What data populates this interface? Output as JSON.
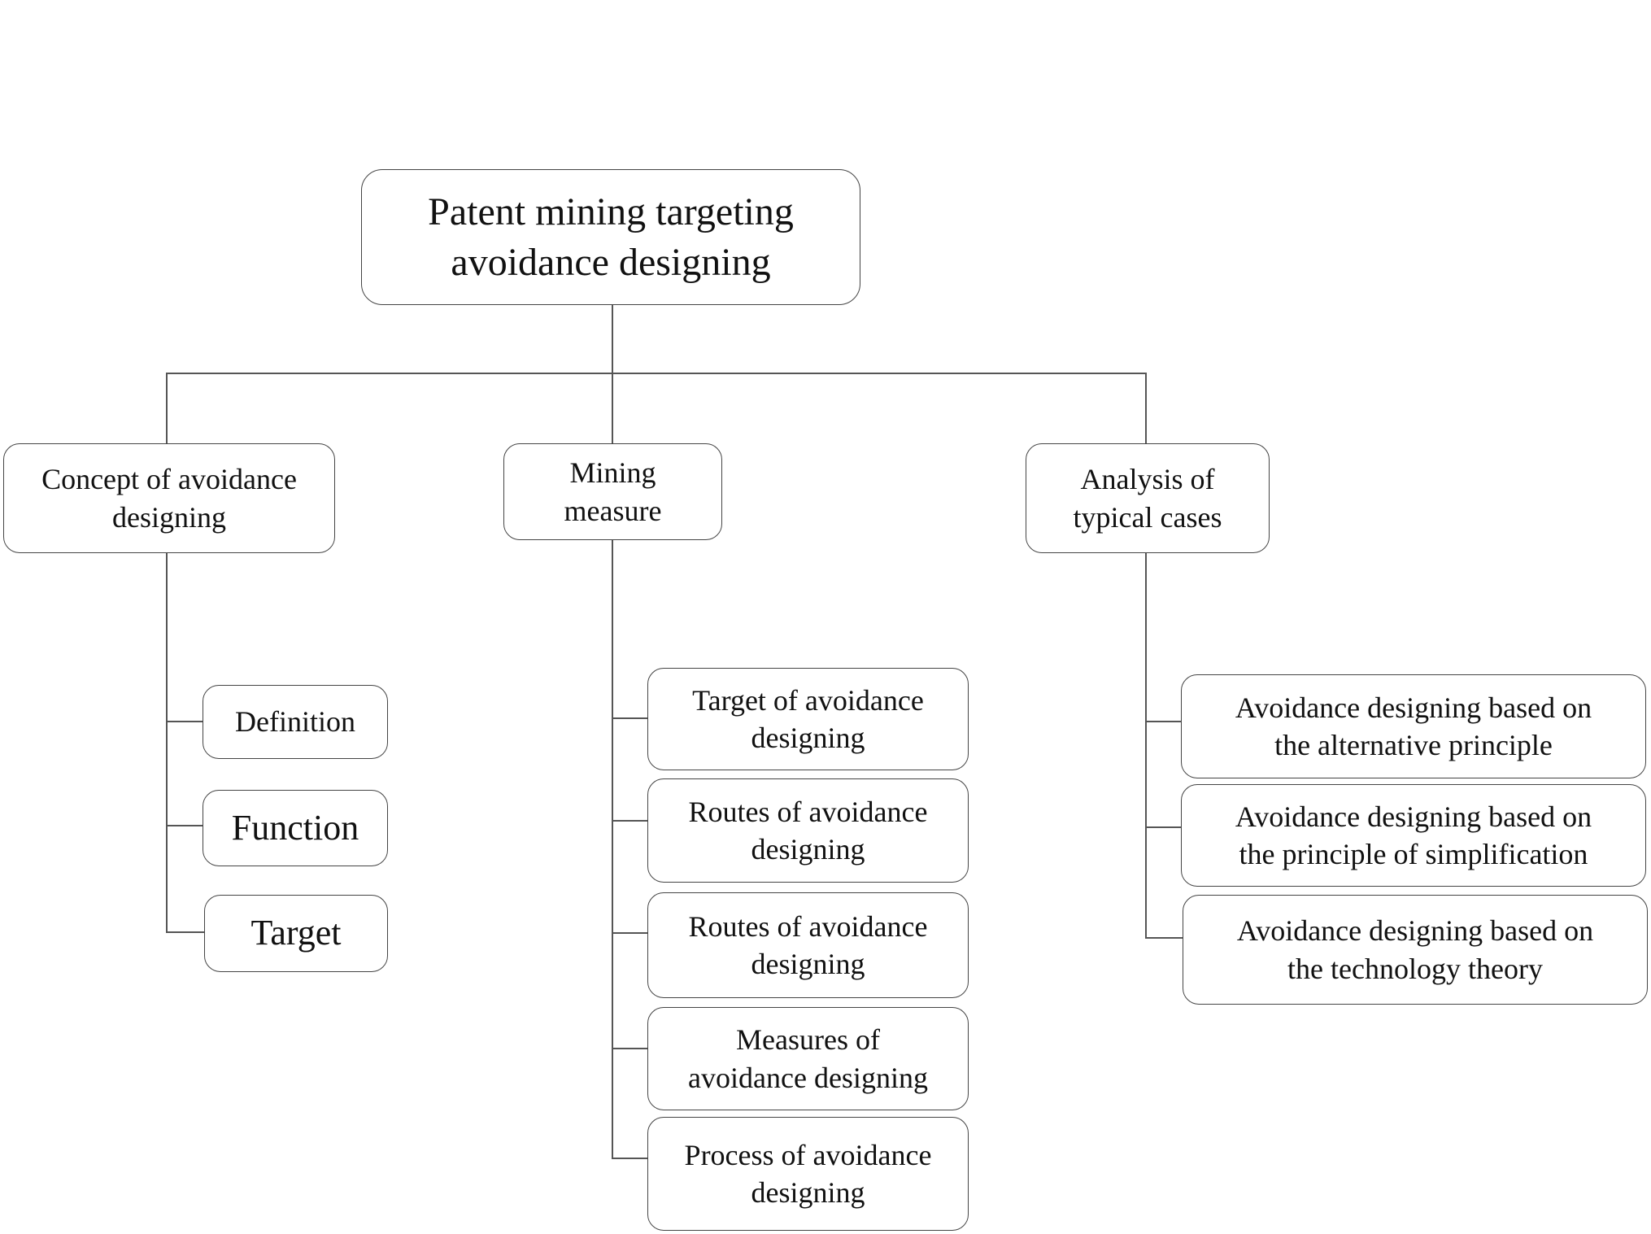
{
  "root": {
    "line1": "Patent mining targeting",
    "line2": "avoidance designing"
  },
  "branches": [
    {
      "line1": "Concept of avoidance",
      "line2": "designing",
      "children": [
        {
          "label": "Definition"
        },
        {
          "label": "Function"
        },
        {
          "label": "Target"
        }
      ]
    },
    {
      "line1": "Mining",
      "line2": "measure",
      "children": [
        {
          "line1": "Target of avoidance",
          "line2": "designing"
        },
        {
          "line1": "Routes of avoidance",
          "line2": "designing"
        },
        {
          "line1": "Routes of avoidance",
          "line2": "designing"
        },
        {
          "line1": "Measures of",
          "line2": "avoidance designing"
        },
        {
          "line1": "Process of avoidance",
          "line2": "designing"
        }
      ]
    },
    {
      "line1": "Analysis of",
      "line2": "typical cases",
      "children": [
        {
          "line1": "Avoidance designing based on",
          "line2": "the alternative principle"
        },
        {
          "line1": "Avoidance designing based on",
          "line2": "the principle of simplification"
        },
        {
          "line1": "Avoidance designing based on",
          "line2": "the technology theory"
        }
      ]
    }
  ]
}
